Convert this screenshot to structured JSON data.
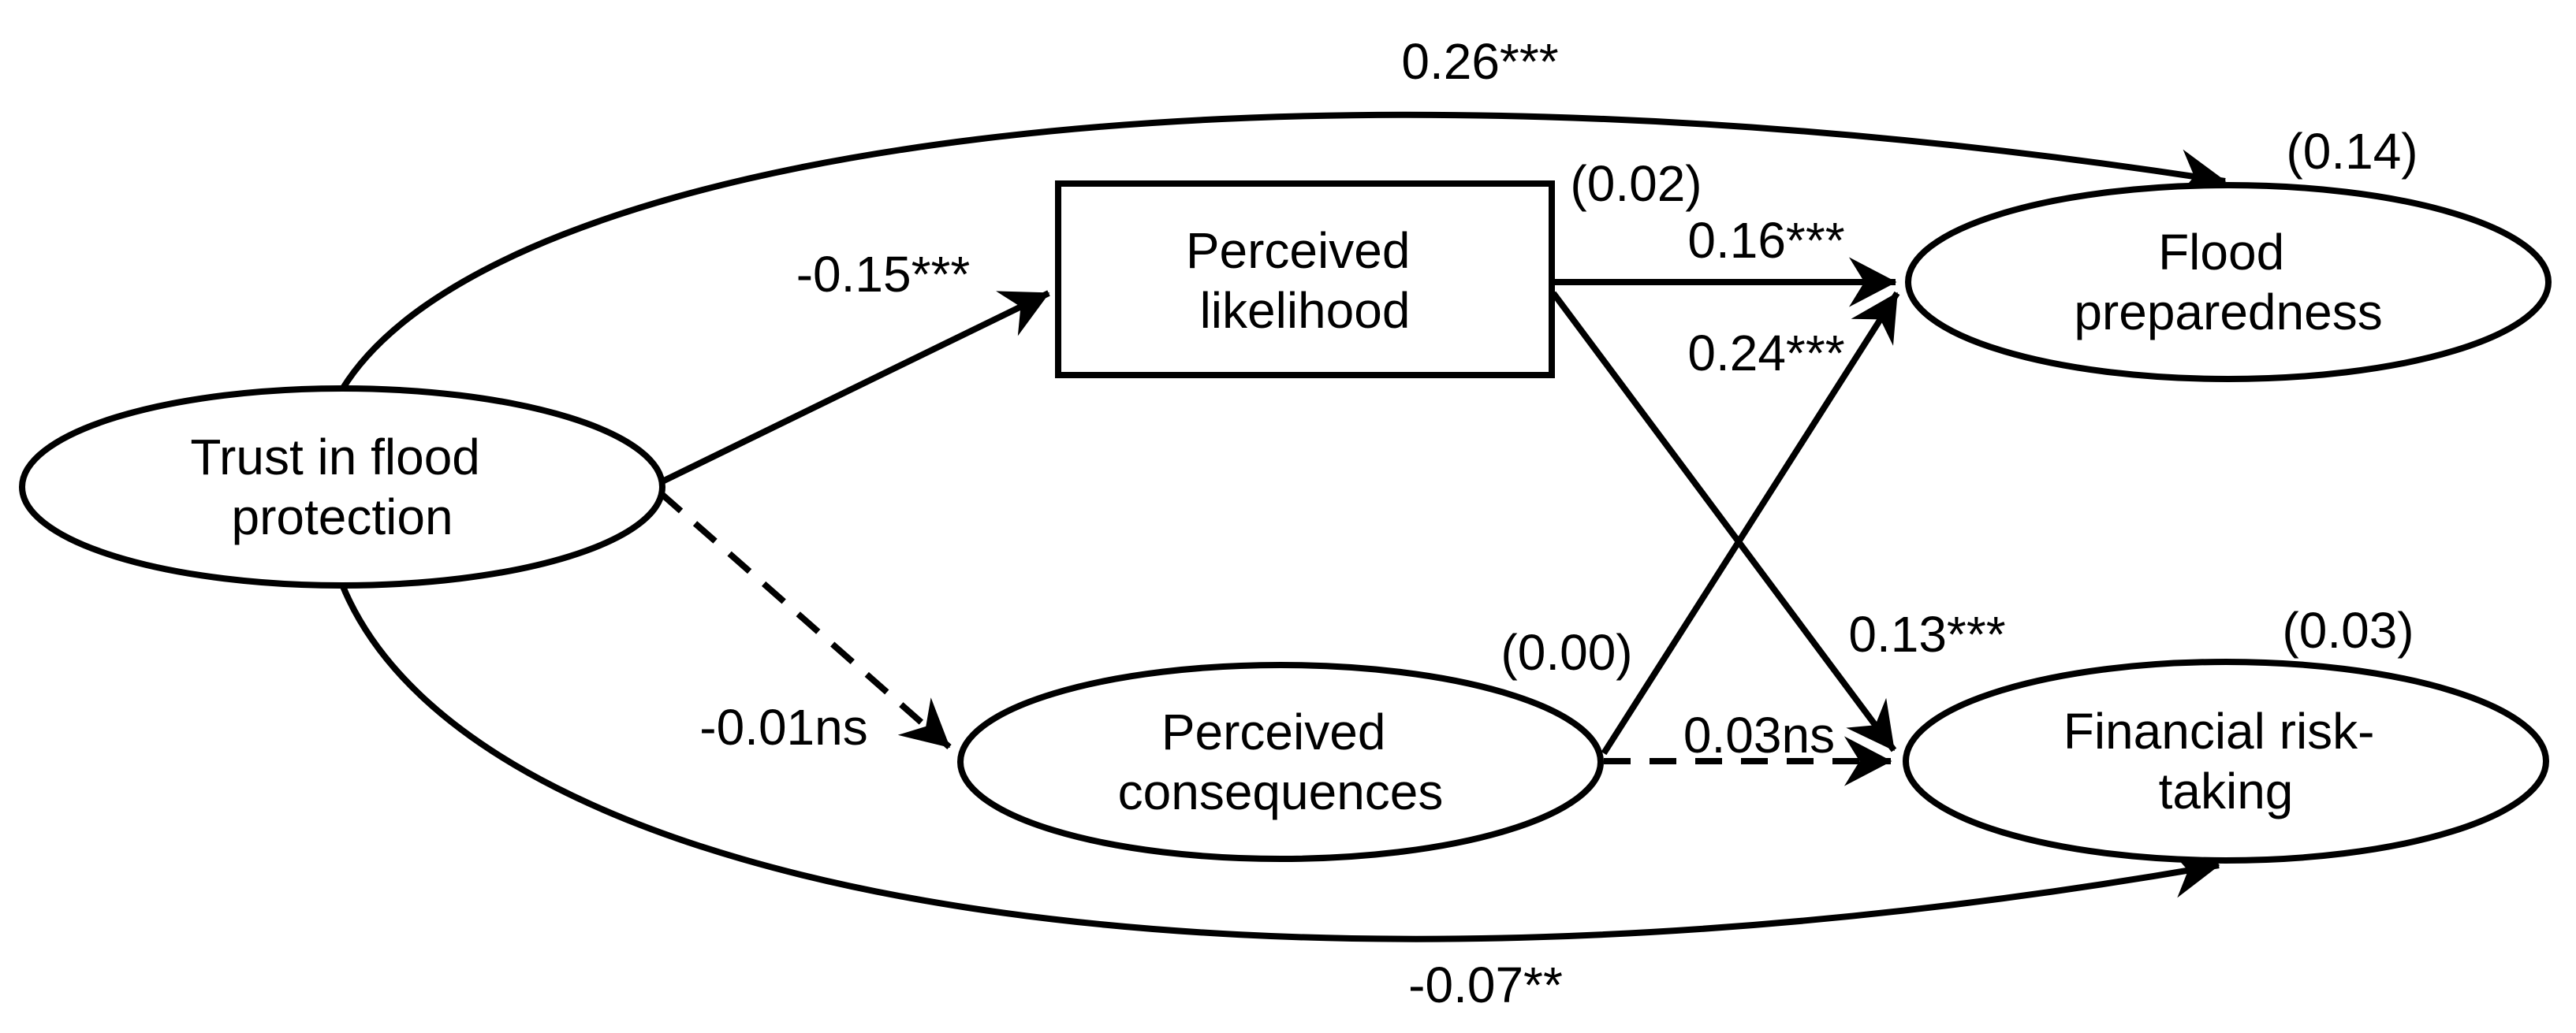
{
  "diagram": {
    "type": "sem-path-diagram",
    "background_color": "#ffffff",
    "stroke_color": "#000000",
    "nodes": {
      "trust": {
        "shape": "ellipse",
        "line1": "Trust in flood",
        "line2": "protection"
      },
      "likelihood": {
        "shape": "rectangle",
        "line1": "Perceived",
        "line2": "likelihood",
        "r2": "(0.02)"
      },
      "consequences": {
        "shape": "ellipse",
        "line1": "Perceived",
        "line2": "consequences",
        "r2": "(0.00)"
      },
      "preparedness": {
        "shape": "ellipse",
        "line1": "Flood",
        "line2": "preparedness",
        "r2": "(0.14)"
      },
      "risk": {
        "shape": "ellipse",
        "line1": "Financial risk-",
        "line2": "taking",
        "r2": "(0.03)"
      }
    },
    "edges": [
      {
        "from": "trust",
        "to": "preparedness",
        "label": "0.26***",
        "style": "solid",
        "path_shape": "curved"
      },
      {
        "from": "trust",
        "to": "likelihood",
        "label": "-0.15***",
        "style": "solid",
        "path_shape": "straight"
      },
      {
        "from": "trust",
        "to": "consequences",
        "label": "-0.01ns",
        "style": "dashed",
        "path_shape": "straight"
      },
      {
        "from": "trust",
        "to": "risk",
        "label": "-0.07**",
        "style": "solid",
        "path_shape": "curved"
      },
      {
        "from": "likelihood",
        "to": "preparedness",
        "label": "0.16***",
        "style": "solid",
        "path_shape": "straight"
      },
      {
        "from": "likelihood",
        "to": "risk",
        "label": "0.13***",
        "style": "solid",
        "path_shape": "straight"
      },
      {
        "from": "consequences",
        "to": "preparedness",
        "label": "0.24***",
        "style": "solid",
        "path_shape": "straight"
      },
      {
        "from": "consequences",
        "to": "risk",
        "label": "0.03ns",
        "style": "dashed",
        "path_shape": "straight"
      }
    ]
  }
}
